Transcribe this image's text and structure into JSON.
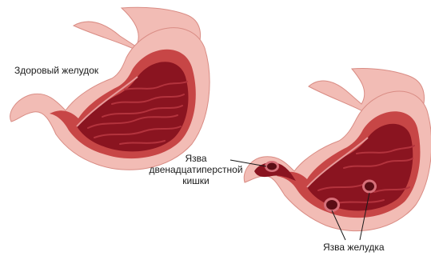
{
  "labels": {
    "healthy_stomach": "Здоровый желудок",
    "duodenal_ulcer": [
      "Язва",
      "двенадцатиперстной",
      "кишки"
    ],
    "gastric_ulcer": "Язва желудка"
  },
  "colors": {
    "outer_wall": "#f2bcb5",
    "outer_wall_edge": "#d98c84",
    "muscle_layer": "#c74646",
    "inner_lining": "#8a1420",
    "fold_highlight": "#b3333d",
    "ulcer": "#5a0d15",
    "ulcer_rim": "#d7707a",
    "pointer_line": "#1a1a1a"
  }
}
